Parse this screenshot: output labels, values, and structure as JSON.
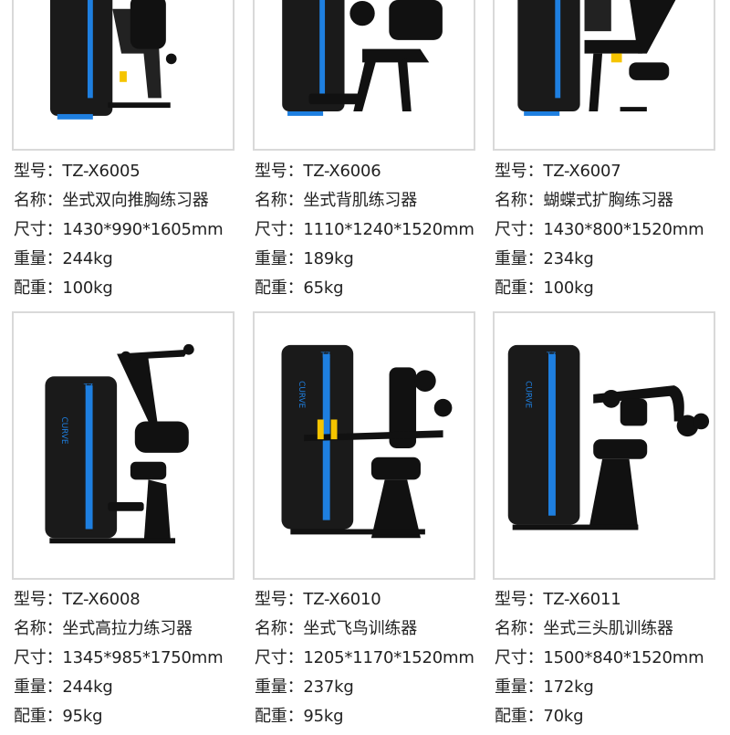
{
  "labels": {
    "model": "型号：",
    "name": "名称：",
    "size": "尺寸：",
    "weight": "重量：",
    "stack": "配重："
  },
  "products": [
    {
      "model": "TZ-X6005",
      "name": "坐式双向推胸练习器",
      "size": "1430*990*1605mm",
      "weight": "244kg",
      "stack": "100kg"
    },
    {
      "model": "TZ-X6006",
      "name": "坐式背肌练习器",
      "size": "1110*1240*1520mm",
      "weight": "189kg",
      "stack": "65kg"
    },
    {
      "model": "TZ-X6007",
      "name": "蝴蝶式扩胸练习器",
      "size": "1430*800*1520mm",
      "weight": "234kg",
      "stack": "100kg"
    },
    {
      "model": "TZ-X6008",
      "name": "坐式高拉力练习器",
      "size": "1345*985*1750mm",
      "weight": "244kg",
      "stack": "95kg"
    },
    {
      "model": "TZ-X6010",
      "name": "坐式飞鸟训练器",
      "size": "1205*1170*1520mm",
      "weight": "237kg",
      "stack": "95kg"
    },
    {
      "model": "TZ-X6011",
      "name": "坐式三头肌训练器",
      "size": "1500*840*1520mm",
      "weight": "172kg",
      "stack": "70kg"
    }
  ],
  "brand_text": "CURVE",
  "logo_text": "TZ",
  "colors": {
    "frame": "#d9d9d9",
    "machine_body": "#1a1a1a",
    "accent_blue": "#1e7fe0",
    "accent_yellow": "#f5c400"
  }
}
